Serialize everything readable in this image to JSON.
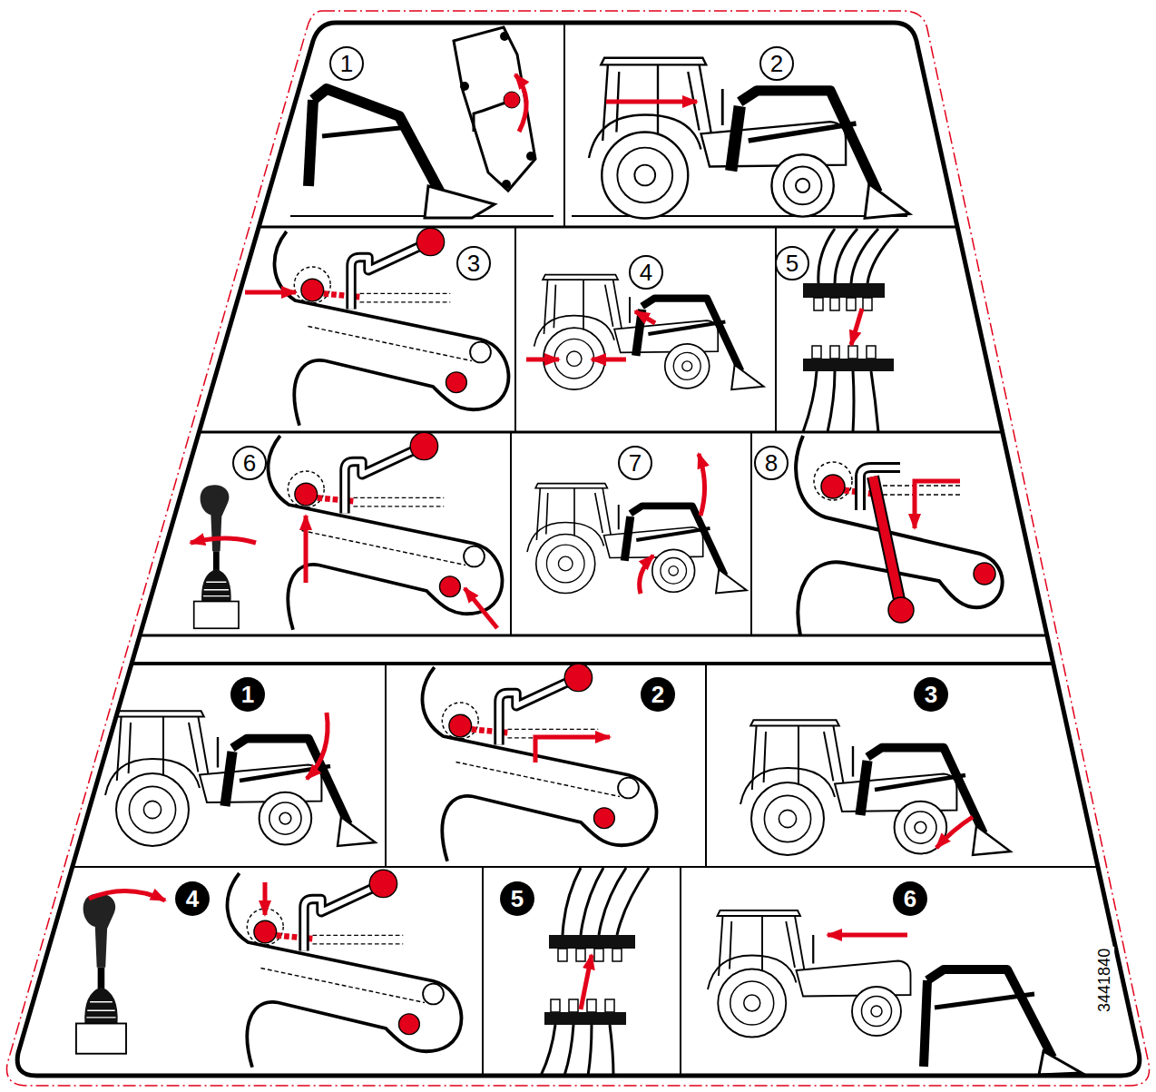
{
  "diagram": {
    "labels": [
      "1",
      "2",
      "3",
      "4",
      "5",
      "6",
      "7",
      "8",
      "1",
      "2",
      "3",
      "4",
      "5",
      "6",
      "3441840"
    ]
  }
}
